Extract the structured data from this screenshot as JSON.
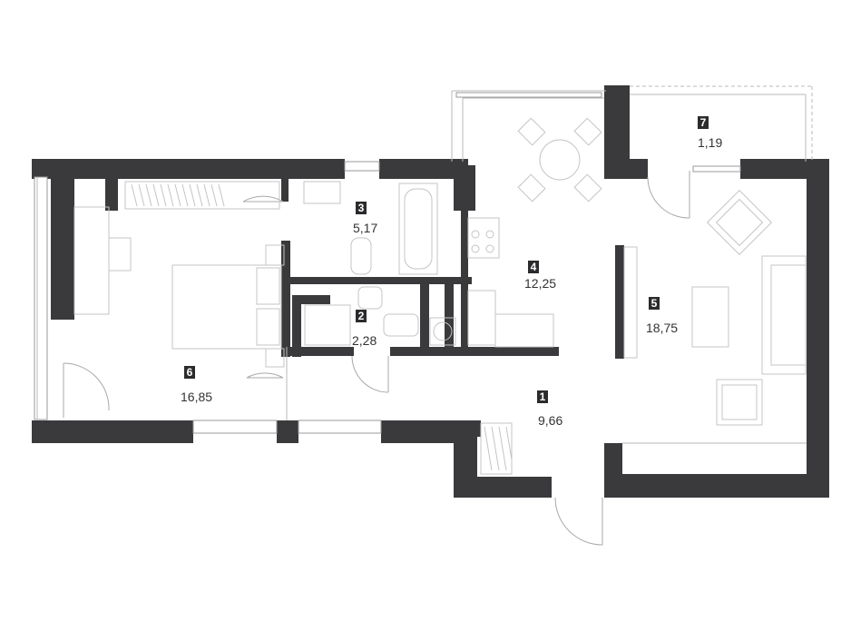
{
  "rooms": [
    {
      "number": "1",
      "area": "9,66"
    },
    {
      "number": "2",
      "area": "2,28"
    },
    {
      "number": "3",
      "area": "5,17"
    },
    {
      "number": "4",
      "area": "12,25"
    },
    {
      "number": "5",
      "area": "18,75"
    },
    {
      "number": "6",
      "area": "16,85"
    },
    {
      "number": "7",
      "area": "1,19"
    }
  ],
  "colors": {
    "wall": "#3a3a3d",
    "badge": "#2b2b2e",
    "furniture": "#c4c4c4"
  }
}
